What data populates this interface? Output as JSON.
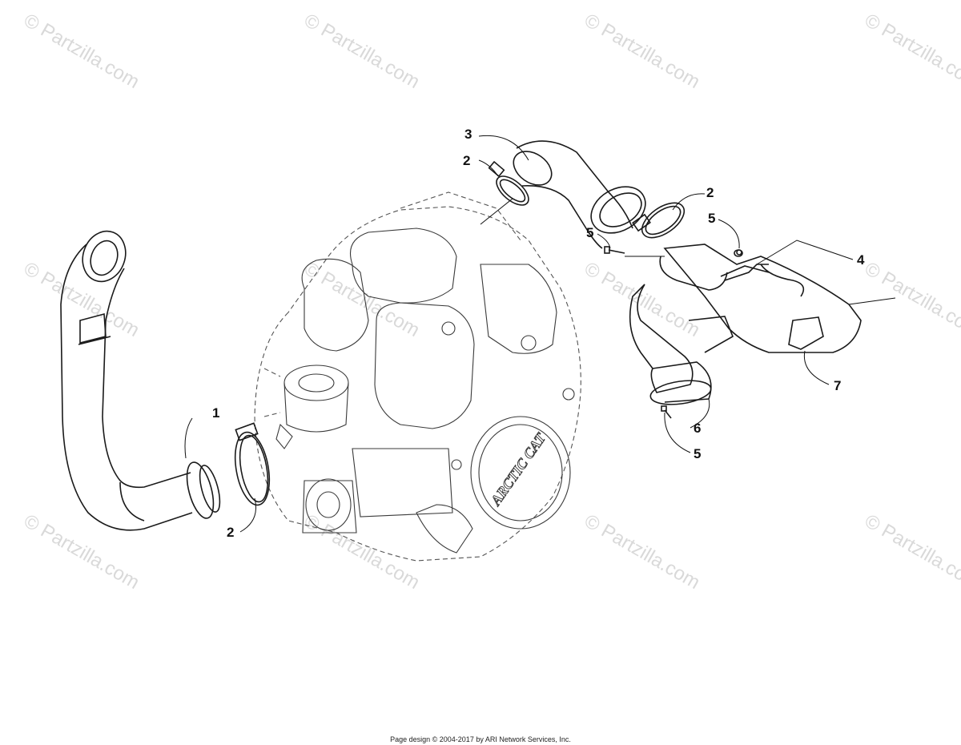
{
  "watermark": {
    "text": "© Partzilla.com"
  },
  "callouts": {
    "c1": "1",
    "c2a": "2",
    "c2b": "2",
    "c2c": "2",
    "c3": "3",
    "c4": "4",
    "c5a": "5",
    "c5b": "5",
    "c5c": "5",
    "c6": "6",
    "c7": "7"
  },
  "engine_logo": "ARCTIC CAT",
  "footer": {
    "text": "Page design © 2004-2017 by ARI Network Services, Inc."
  },
  "colors": {
    "line": "#1a1a1a",
    "watermark": "#d9d9d9",
    "background": "#ffffff"
  }
}
